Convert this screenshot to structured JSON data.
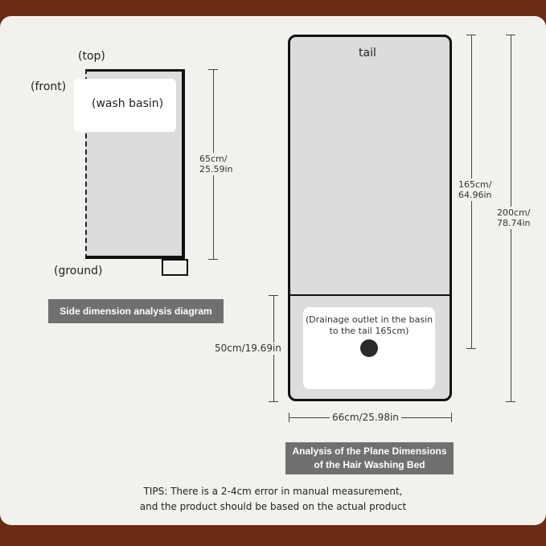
{
  "side": {
    "top_label": "(top)",
    "front_label": "(front)",
    "basin_label": "(wash basin)",
    "ground_label": "(ground)",
    "height_dim": [
      "65cm/",
      "25.59in"
    ],
    "caption": "Side dimension analysis diagram"
  },
  "plane": {
    "tail_label": "tail",
    "drain_note": [
      "(Drainage outlet in the basin",
      "to the tail 165cm)"
    ],
    "length_dim": [
      "165cm/",
      "64.96in"
    ],
    "total_dim": [
      "200cm/",
      "78.74in"
    ],
    "basin_dim": "50cm/19.69in",
    "width_dim": "66cm/25.98in",
    "caption": [
      "Analysis of the Plane Dimensions",
      "of the Hair Washing Bed"
    ]
  },
  "tips": [
    "TIPS: There is a 2-4cm error in manual measurement,",
    "and the product should be based on the actual product"
  ],
  "colors": {
    "background": "#6b2c14",
    "card": "#f3f1ee",
    "banner": "#707070",
    "panel": "#dcdcdc"
  }
}
